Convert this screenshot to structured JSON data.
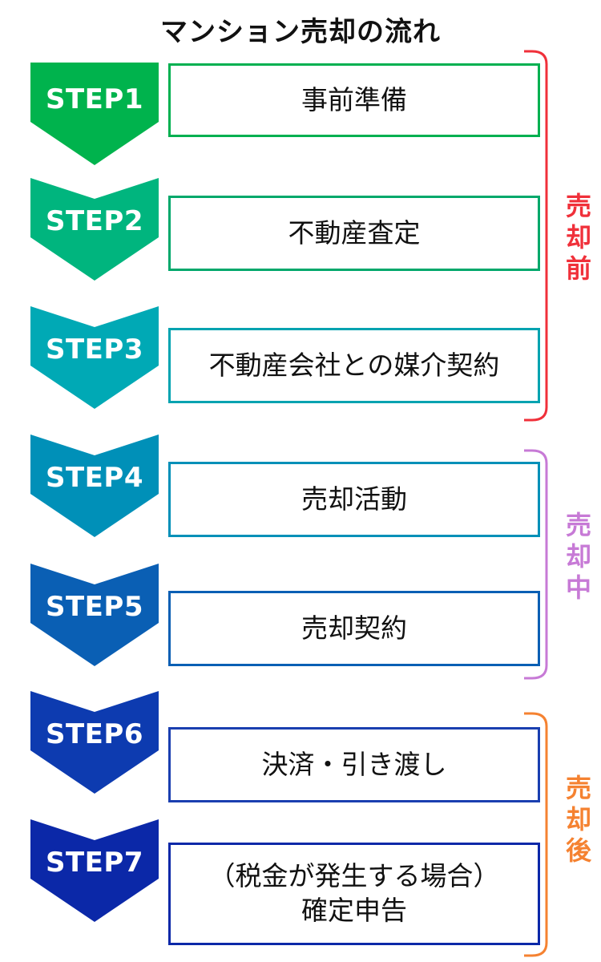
{
  "title": "マンション売却の流れ",
  "steps": [
    {
      "label": "STEP1",
      "text": [
        "事前準備"
      ],
      "color": "#00b34d",
      "box_color": "#00b050"
    },
    {
      "label": "STEP2",
      "text": [
        "不動産査定"
      ],
      "color": "#00b57e",
      "box_color": "#00a86b"
    },
    {
      "label": "STEP3",
      "text": [
        "不動産会社との媒介契約"
      ],
      "color": "#00a9b5",
      "box_color": "#00a3b0"
    },
    {
      "label": "STEP4",
      "text": [
        "売却活動"
      ],
      "color": "#0090b8",
      "box_color": "#0090b8"
    },
    {
      "label": "STEP5",
      "text": [
        "売却契約"
      ],
      "color": "#0a5fb4",
      "box_color": "#0a5fb4"
    },
    {
      "label": "STEP6",
      "text": [
        "決済・引き渡し"
      ],
      "color": "#0d3bb0",
      "box_color": "#1a3fb0"
    },
    {
      "label": "STEP7",
      "text": [
        "（税金が発生する場合）",
        "確定申告"
      ],
      "color": "#0b28a8",
      "box_color": "#0b28a8"
    }
  ],
  "phases": [
    {
      "label": "売却前",
      "chars": [
        "売",
        "却",
        "前"
      ],
      "color": "#f0303a"
    },
    {
      "label": "売却中",
      "chars": [
        "売",
        "却",
        "中"
      ],
      "color": "#c77ad6"
    },
    {
      "label": "売却後",
      "chars": [
        "売",
        "却",
        "後"
      ],
      "color": "#f58231"
    }
  ]
}
